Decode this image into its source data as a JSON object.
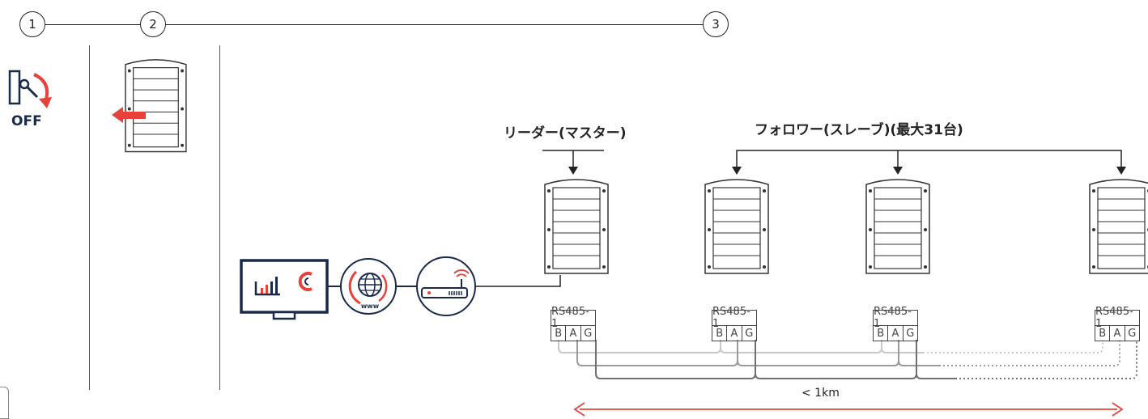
{
  "steps": [
    "1",
    "2",
    "3"
  ],
  "off_label": "OFF",
  "leader_label": "リーダー(マスター)",
  "follower_label": "フォロワー(スレーブ)(最大31台)",
  "rs485": {
    "title": "RS485-1",
    "pins": [
      "B",
      "A",
      "G"
    ]
  },
  "distance_label": "< 1km",
  "www_label": "www",
  "colors": {
    "accent": "#e8413c",
    "line": "#222222",
    "wire_light": "#c8c8c8",
    "wire_mid": "#9a9a9a",
    "wire_dark": "#707070"
  }
}
